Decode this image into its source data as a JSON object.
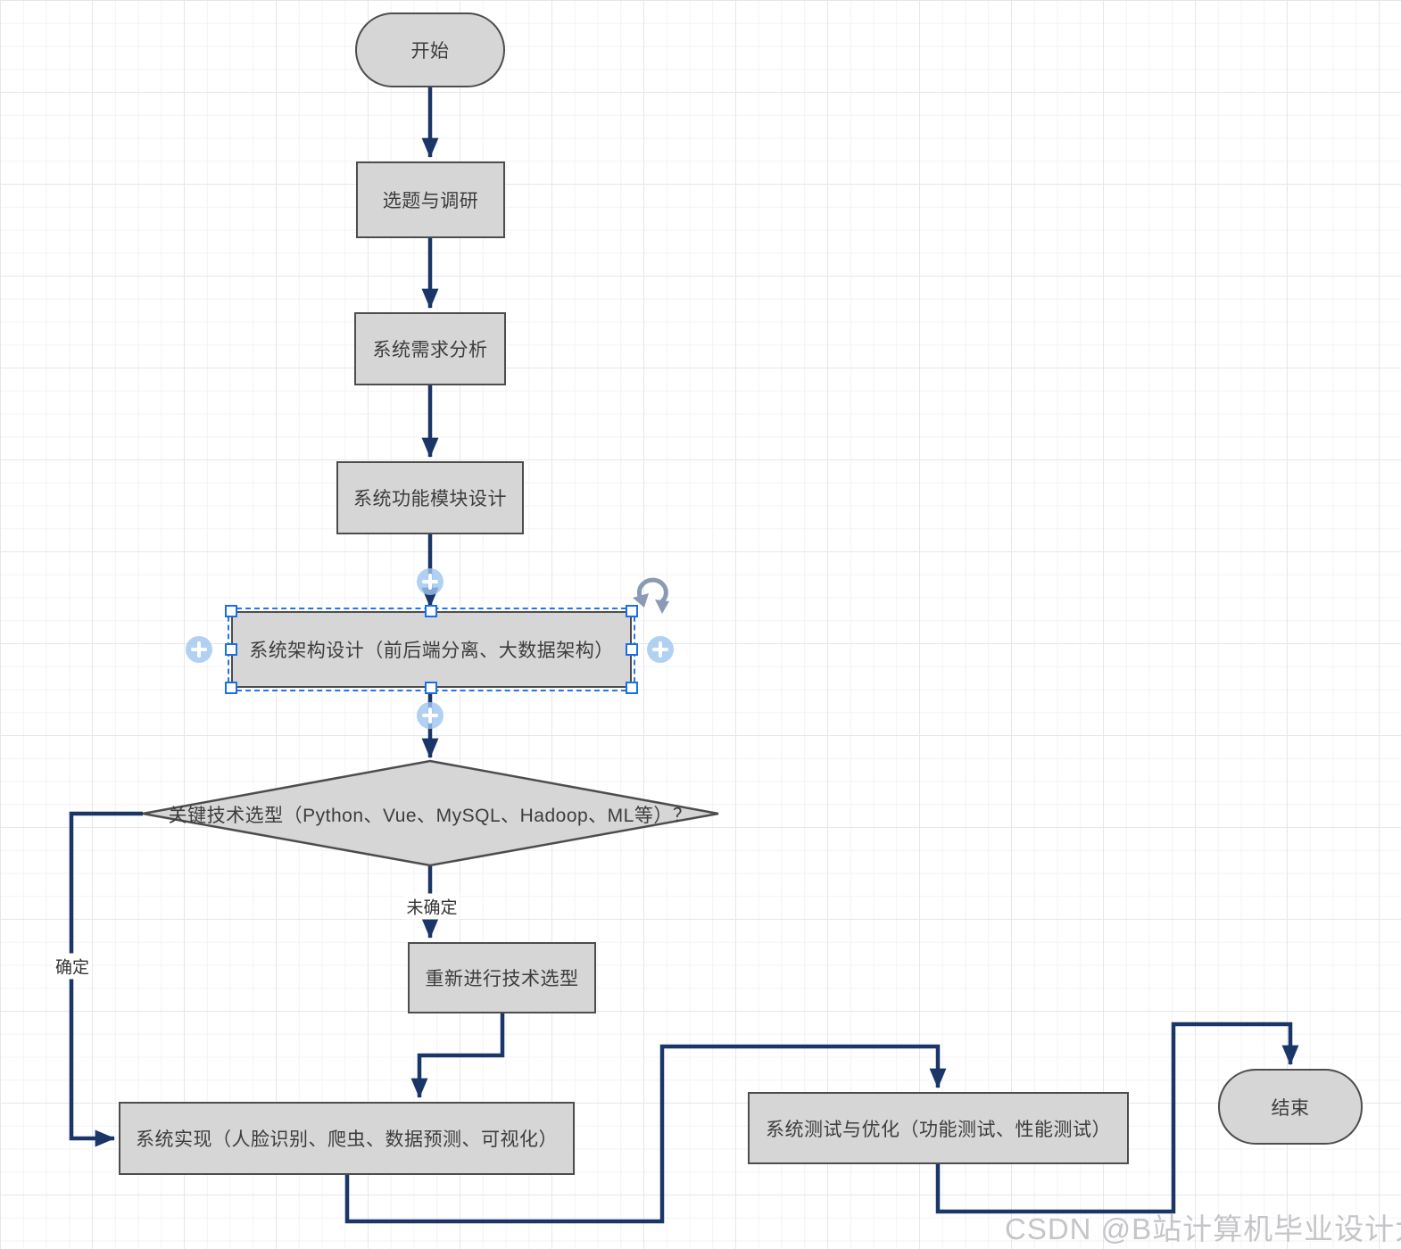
{
  "canvas": {
    "grid_minor_color": "#f3f3f6",
    "grid_major_color": "#e7e7eb",
    "edge_color": "#1a3568",
    "node_fill": "#d6d6d6",
    "node_border": "#4d4d4d",
    "selection_accent": "#2476e8",
    "connect_handle_fill": "#9ec6f0",
    "watermark_color": "#c5c5c9"
  },
  "nodes": {
    "start": {
      "label": "开始",
      "type": "terminator"
    },
    "topic": {
      "label": "选题与调研",
      "type": "process"
    },
    "requirements": {
      "label": "系统需求分析",
      "type": "process"
    },
    "module_design": {
      "label": "系统功能模块设计",
      "type": "process"
    },
    "architecture": {
      "label": "系统架构设计（前后端分离、大数据架构）",
      "type": "process",
      "selected": true
    },
    "tech_decision": {
      "label": "关键技术选型（Python、Vue、MySQL、Hadoop、ML等）？",
      "type": "decision"
    },
    "redo_selection": {
      "label": "重新进行技术选型",
      "type": "process"
    },
    "implementation": {
      "label": "系统实现（人脸识别、爬虫、数据预测、可视化）",
      "type": "process"
    },
    "testing": {
      "label": "系统测试与优化（功能测试、性能测试）",
      "type": "process"
    },
    "end": {
      "label": "结束",
      "type": "terminator"
    }
  },
  "edge_labels": {
    "confirmed": "确定",
    "not_confirmed": "未确定"
  },
  "watermark": "CSDN @B站计算机毕业设计大学"
}
